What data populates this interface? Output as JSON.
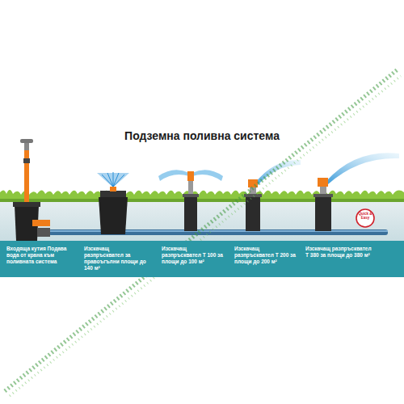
{
  "diagram": {
    "title": "Подземна поливна система",
    "nodes": [
      {
        "text": [
          "Входяща кутия Подава вода от крана към поливната система",
          "Изскачащ разпръсквател за правоъгълни площи до 140 м²",
          "Изскачащ разпръсквател T 100 за площи до 100 м²",
          "Изскачащ разпръсквател T 200 за площи до 200 м²",
          "Изскачащ разпръсквател T 380 за площи до 380 м²"
        ]
      }
    ],
    "labels": [
      "Quick & Easy"
    ]
  }
}
